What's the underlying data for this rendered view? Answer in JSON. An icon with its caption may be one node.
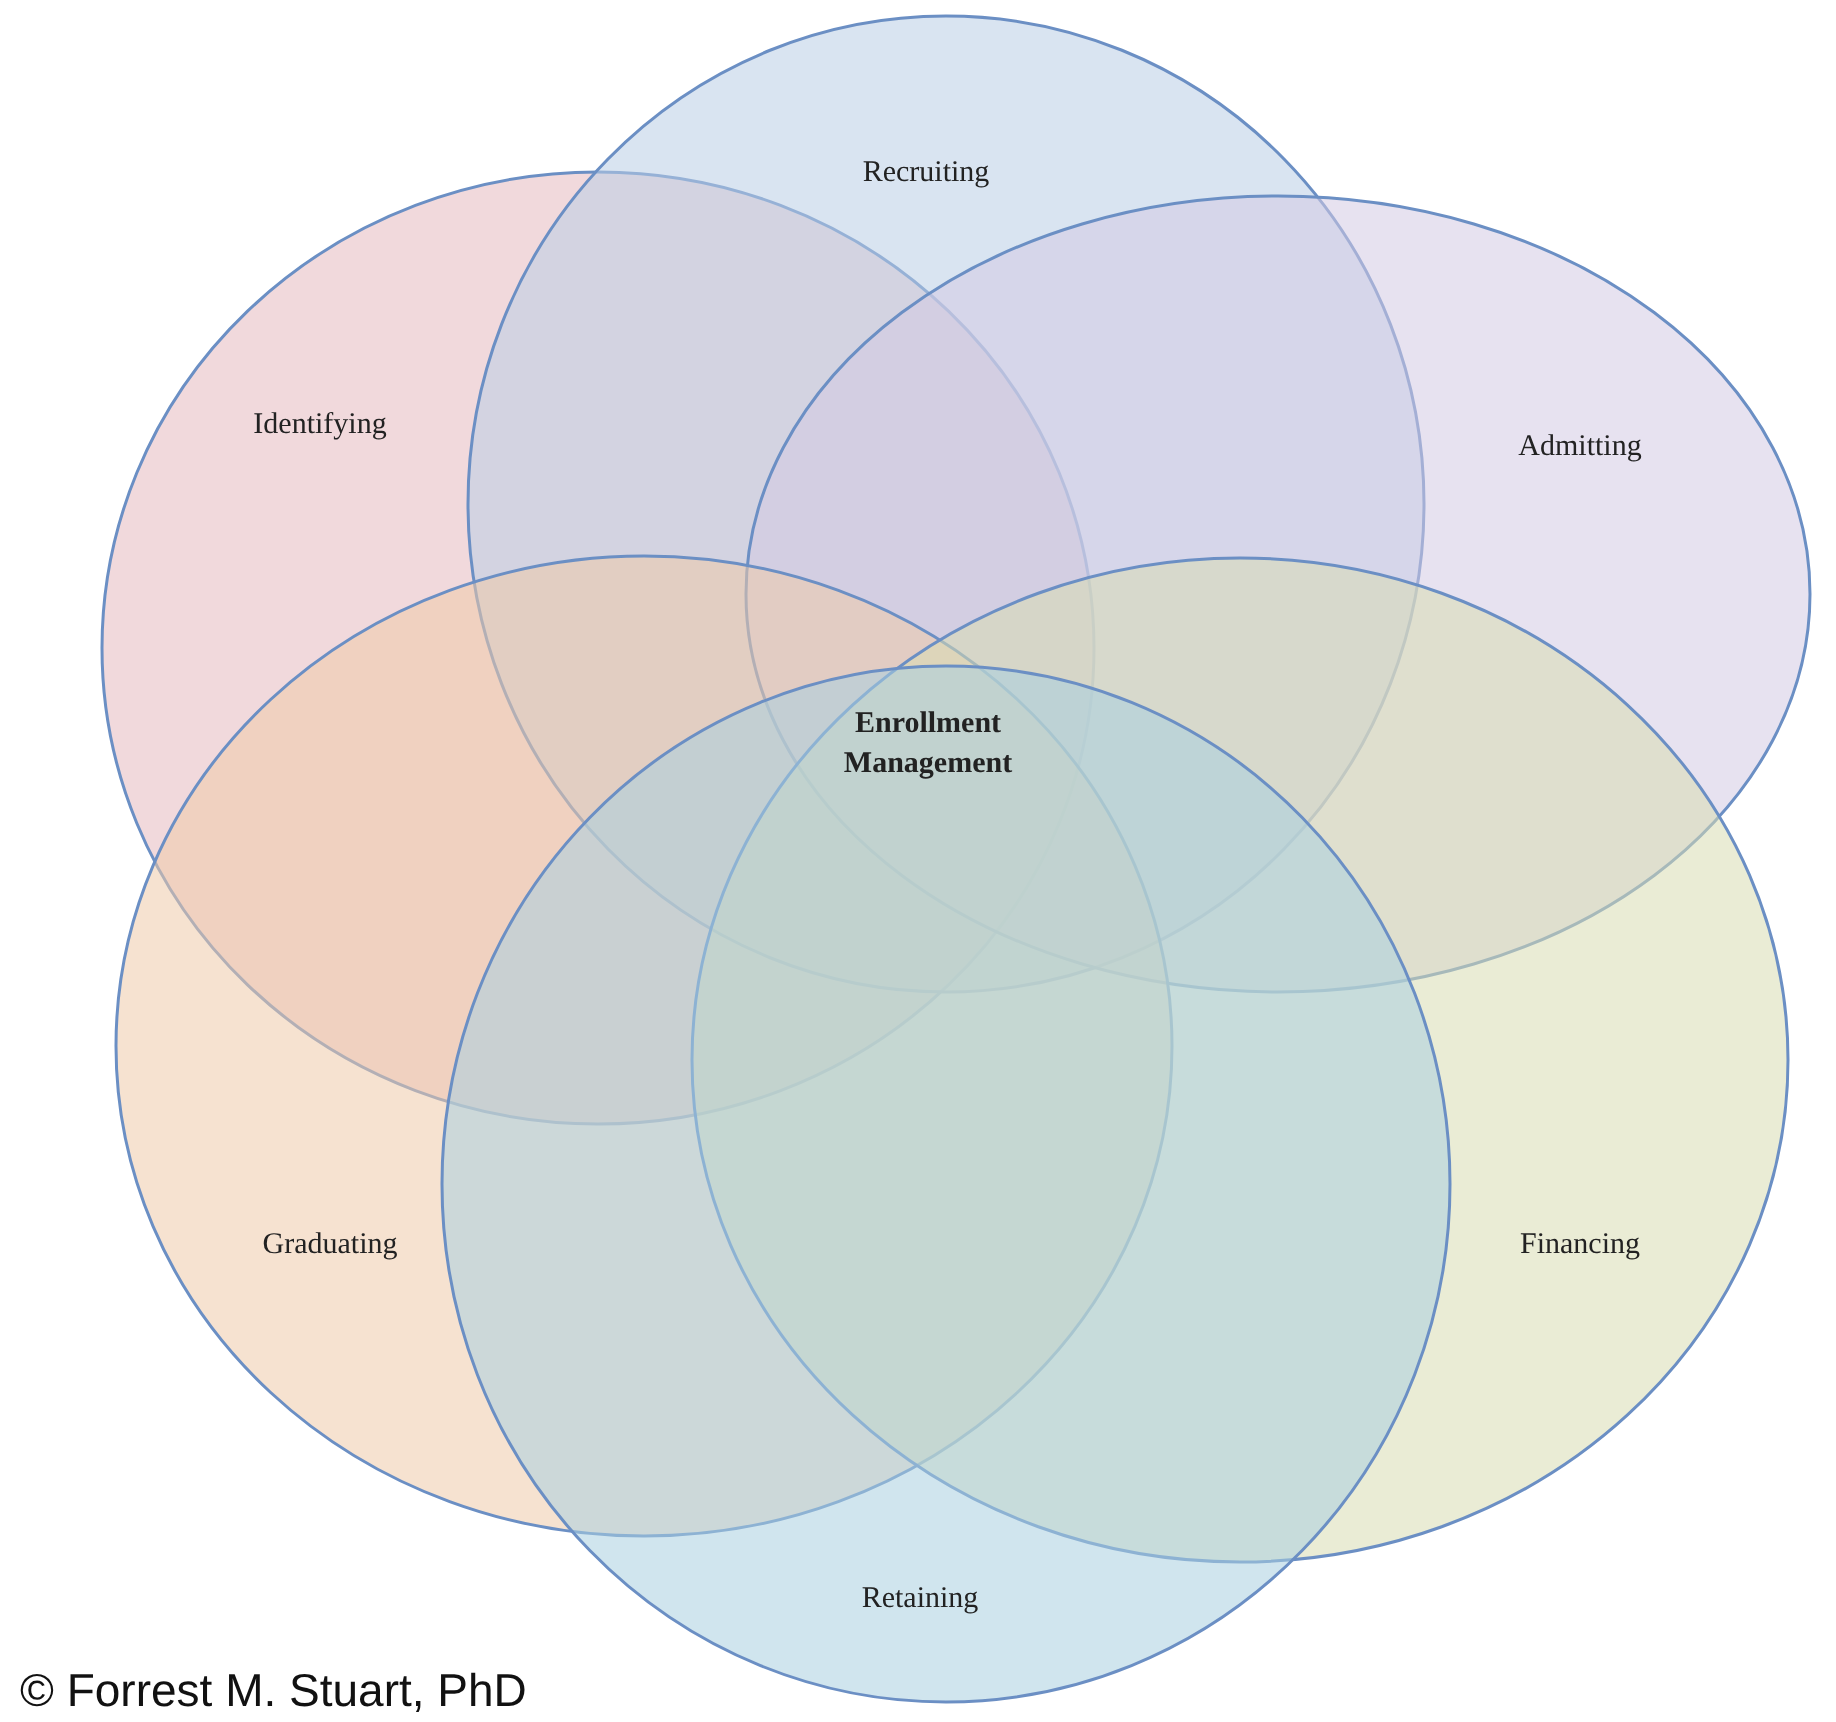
{
  "diagram": {
    "nodes": [
      {
        "text": [
          "Identifying"
        ]
      },
      {
        "text": [
          "Recruiting"
        ]
      },
      {
        "text": [
          "Admitting"
        ]
      },
      {
        "text": [
          "Graduating"
        ]
      },
      {
        "text": [
          "Financing"
        ]
      },
      {
        "text": [
          "Retaining"
        ]
      }
    ],
    "labels": [
      "Enrollment Management",
      "© Forrest M. Stuart, PhD"
    ]
  }
}
